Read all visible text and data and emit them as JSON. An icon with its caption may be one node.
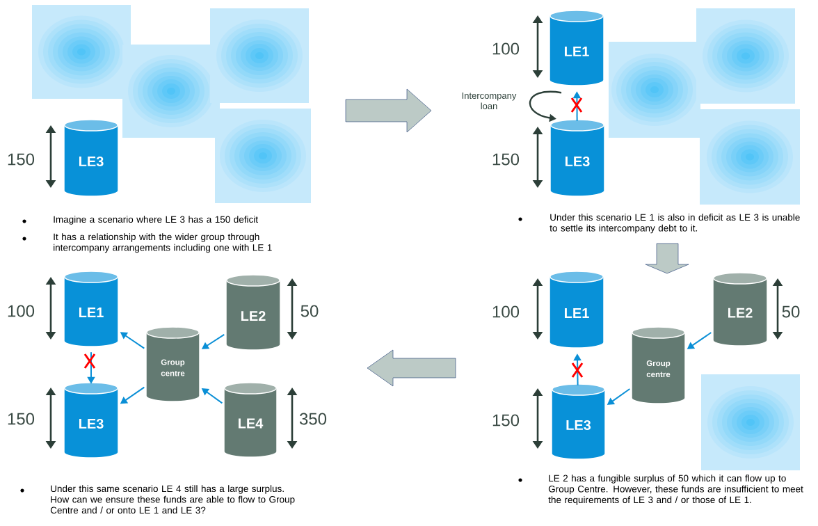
{
  "diagram": {
    "nodes": [
      {
        "text": [
          "LE3"
        ],
        "beside": [
          "150"
        ]
      },
      {
        "text": [
          "LE1"
        ],
        "beside": [
          "100"
        ]
      },
      {
        "text": [
          "LE3"
        ],
        "beside": [
          "150"
        ]
      },
      {
        "text": [
          "LE1"
        ],
        "beside": [
          "100"
        ]
      },
      {
        "text": [
          "LE2"
        ],
        "beside": [
          "50"
        ]
      },
      {
        "text": [
          "Group centre"
        ]
      },
      {
        "text": [
          "LE3"
        ],
        "beside": [
          "150"
        ]
      },
      {
        "text": [
          "LE4"
        ],
        "beside": [
          "350"
        ]
      },
      {
        "text": [
          "LE1"
        ],
        "beside": [
          "100"
        ]
      },
      {
        "text": [
          "LE2"
        ],
        "beside": [
          "50"
        ]
      },
      {
        "text": [
          "Group centre"
        ]
      },
      {
        "text": [
          "LE3"
        ],
        "beside": [
          "150"
        ]
      }
    ],
    "edges": [
      {
        "from": 2,
        "to": 1,
        "arrow": "to"
      },
      {
        "from": 1,
        "to": 2,
        "arrow": "to",
        "label": "Intercompany loan",
        "color": "#2c3f38"
      },
      {
        "from": 5,
        "to": 3,
        "arrow": "to"
      },
      {
        "from": 4,
        "to": 5,
        "arrow": "to"
      },
      {
        "from": 5,
        "to": 6,
        "arrow": "to"
      },
      {
        "from": 7,
        "to": 5,
        "arrow": "to"
      },
      {
        "from": 3,
        "to": 6,
        "arrow": "to"
      },
      {
        "from": 9,
        "to": 10,
        "arrow": "to"
      },
      {
        "from": 10,
        "to": 11,
        "arrow": "to"
      },
      {
        "from": 11,
        "to": 8,
        "arrow": "to"
      }
    ],
    "labels": [
      "Imagine a scenario where LE 3 has a 150 deficit",
      "It has a relationship with the wider group through intercompany arrangements including one with LE 1",
      "Under this scenario LE 1 is also in deficit as LE 3 is unable to settle its intercompany debt to it.",
      "Under this same scenario LE 4 still has a large surplus. How can we ensure these funds are able to flow to Group Centre and / or onto LE 1 and LE 3?",
      "LE 2 has a fungible surplus of 50 which it can flow up to Group Centre. However, these funds are insufficient to meet the requirements of LE 3 and / or those of LE 1."
    ]
  }
}
